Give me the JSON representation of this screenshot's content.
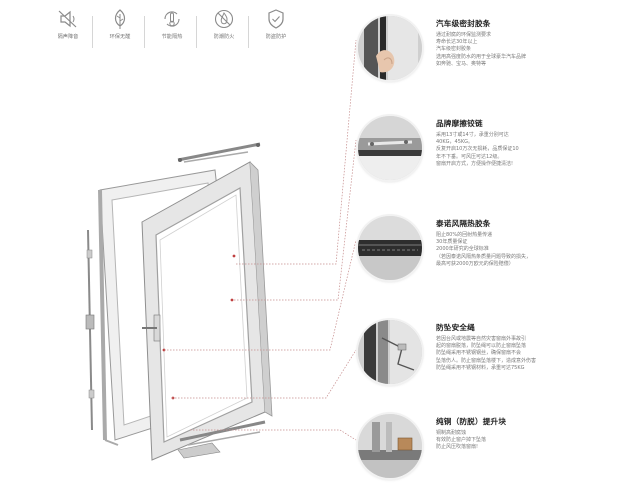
{
  "features": [
    {
      "label": "隔声降音",
      "icon": "speaker-mute-icon"
    },
    {
      "label": "环保无醛",
      "icon": "leaf-icon"
    },
    {
      "label": "节能隔热",
      "icon": "thermometer-recycle-icon"
    },
    {
      "label": "防潮防火",
      "icon": "no-flame-icon"
    },
    {
      "label": "防盗防护",
      "icon": "shield-check-icon"
    }
  ],
  "callouts": [
    {
      "title": "汽车级密封胶条",
      "lines": [
        "通过耐腐的环保监测要求",
        "寿命长达30年以上",
        "汽车级密封胶条",
        "选用高强度防水的用于全球豪华汽车品牌",
        "如奔驰、宝马、奥特等"
      ],
      "icon": "seal-strip-detail"
    },
    {
      "title": "品牌摩擦铰链",
      "lines": [
        "采用13寸或14寸，承重分别可达",
        "40KG，45KG。",
        "反复开启10万次无损耗，品质保证10",
        "年不下垂。可风压可达12级。",
        "窗扇开启方式，方便操作便捷清洁!"
      ],
      "icon": "friction-hinge-detail"
    },
    {
      "title": "泰诺风隔热胶条",
      "lines": [
        "阻止80%的回射热量传递",
        "30年质量保证",
        "2000年研究的全球标准",
        "（若因泰诺风隔热条质量问题导致的损失，",
        "最高可获2000万欧元的保险赔偿）"
      ],
      "icon": "thermal-strip-detail"
    },
    {
      "title": "防坠安全绳",
      "lines": [
        "若因台风或地震等自然灾害窗扇外事故引",
        "起的窗扇脱落，防坠绳可以防止窗扇坠落",
        "防坠绳采用不锈钢钢丝，确保窗扇不会",
        "坠落伤人。防止窗扇坠落楼下，造成意外伤害",
        "防坠绳采用不锈钢材料，承重可达75KG"
      ],
      "icon": "safety-rope-detail"
    },
    {
      "title": "纯铜（防脱）提升块",
      "lines": [
        "铜制高耐腐蚀",
        "有效防止窗户掉下坠落",
        "防止风压吹落窗扇!"
      ],
      "icon": "lift-block-detail"
    }
  ]
}
